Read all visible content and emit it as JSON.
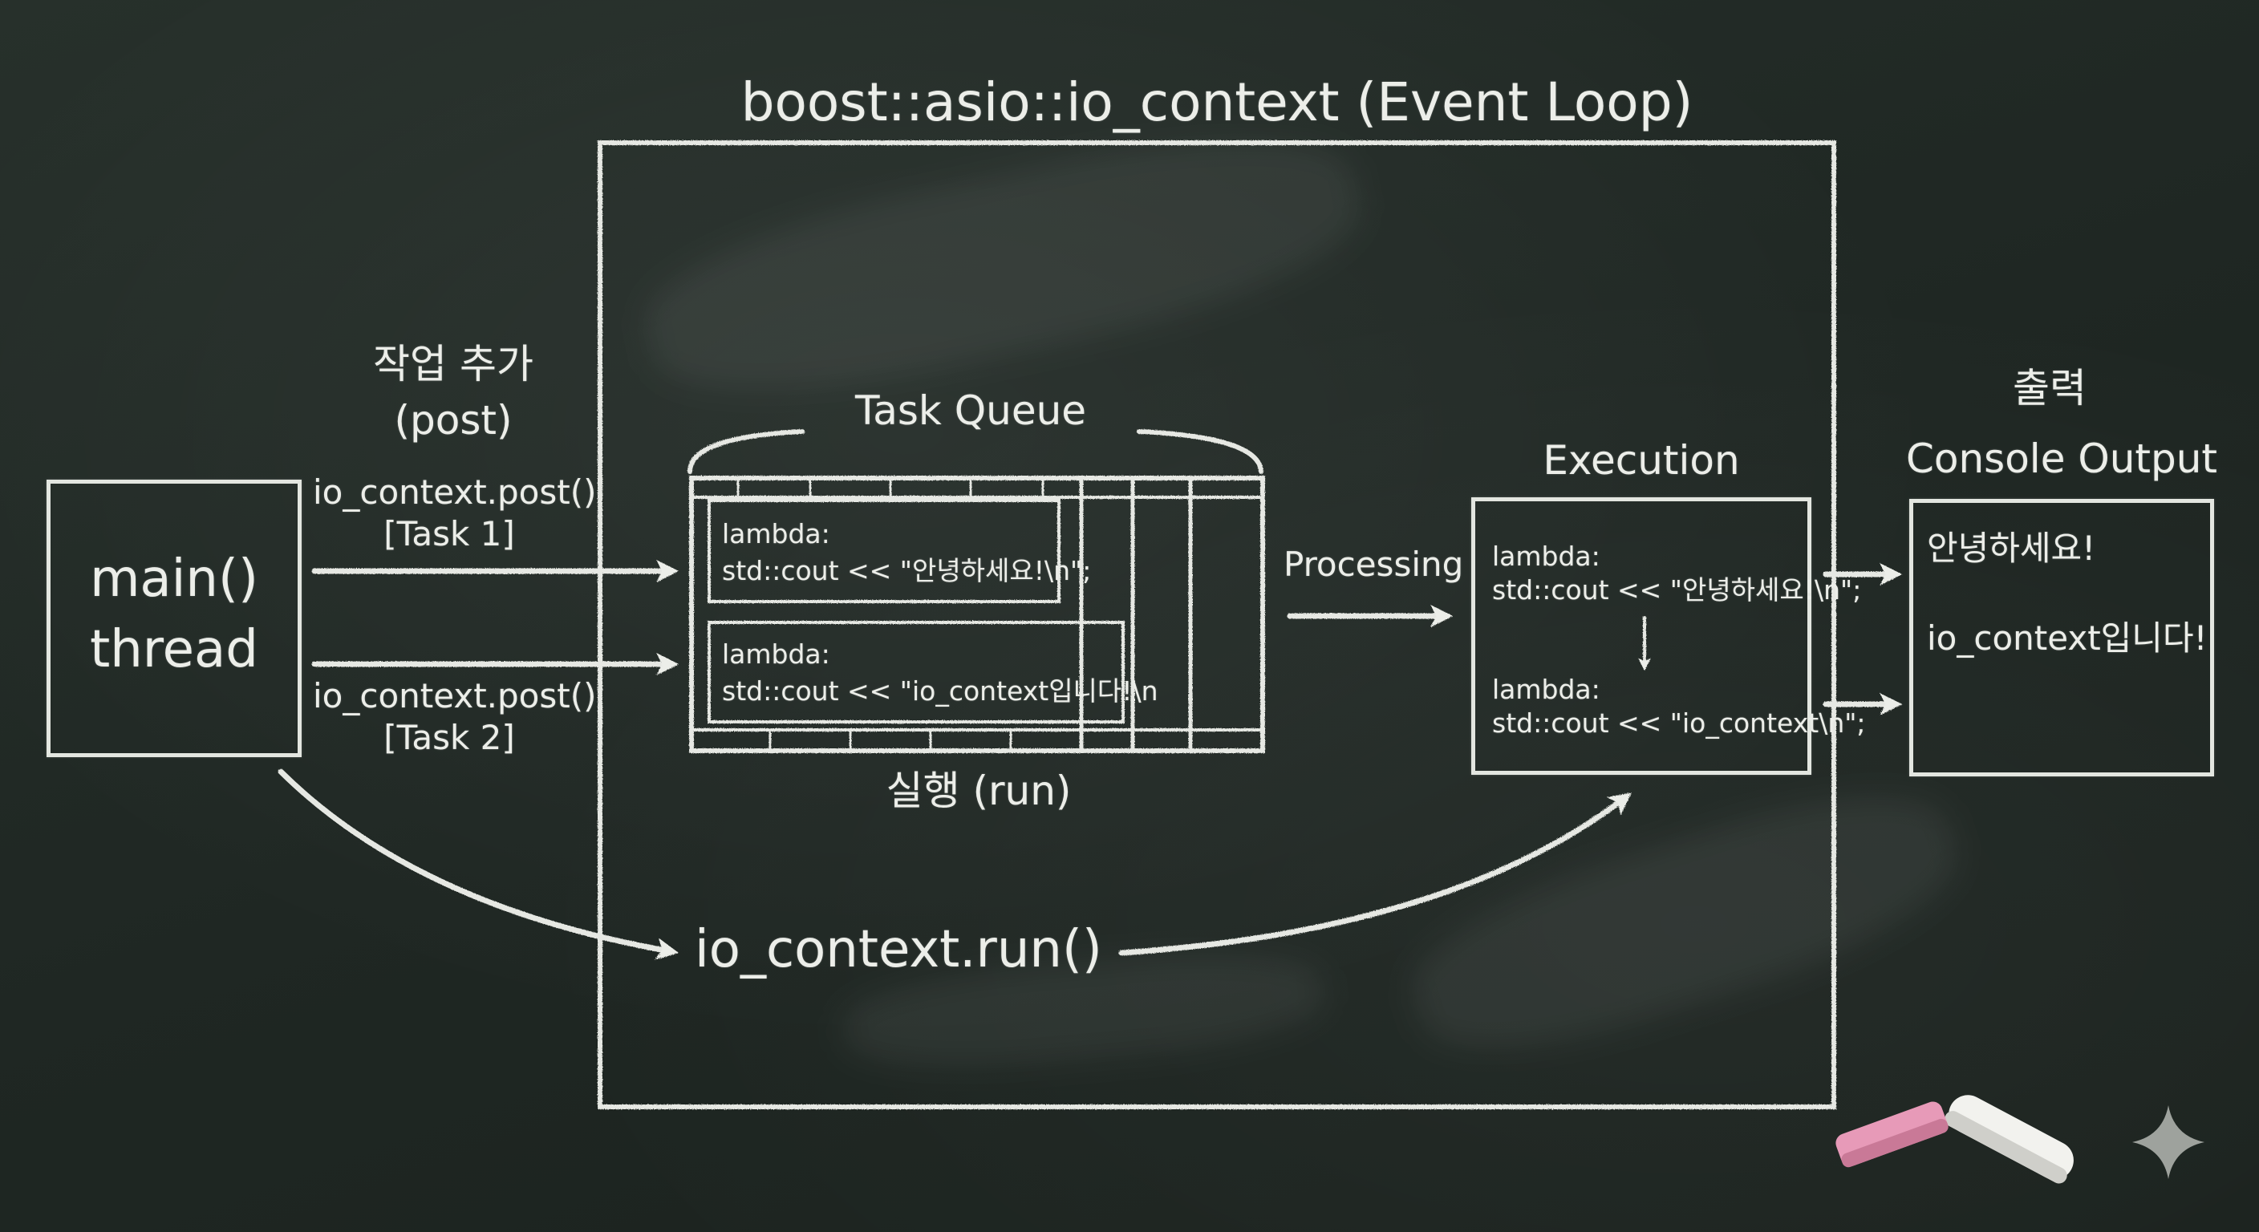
{
  "title": "boost::asio::io_context (Event Loop)",
  "main_thread": {
    "line1": "main()",
    "line2": "thread"
  },
  "post_section": {
    "heading_ko": "작업 추가",
    "heading_en": "(post)",
    "task1_call": "io_context.post()",
    "task1_label": "[Task 1]",
    "task2_call": "io_context.post()",
    "task2_label": "[Task 2]"
  },
  "task_queue": {
    "title": "Task Queue",
    "item1": {
      "line1": "lambda:",
      "line2": "std::cout << \"안녕하세요!\\n\";"
    },
    "item2": {
      "line1": "lambda:",
      "line2": "std::cout << \"io_context입니다!\\n"
    },
    "run_label": "실행 (run)"
  },
  "processing_label": "Processing",
  "execution": {
    "title": "Execution",
    "step1": {
      "line1": "lambda:",
      "line2": "std::cout << \"안녕하세요!\\n\";"
    },
    "step2": {
      "line1": "lambda:",
      "line2": "std::cout << \"io_context\\n\";"
    }
  },
  "output": {
    "title_ko": "출력",
    "title_en": "Console Output",
    "line1": "안녕하세요!",
    "line2": "io_context입니다!"
  },
  "run_call": "io_context.run()",
  "colors": {
    "board": "#1f2723",
    "chalk": "#eceee9",
    "chalk_white": "#f4f4f0",
    "chalk_pink": "#e79ab8"
  },
  "icons": {
    "sparkle": "sparkle-icon",
    "down_arrow": "arrow-down-icon"
  }
}
